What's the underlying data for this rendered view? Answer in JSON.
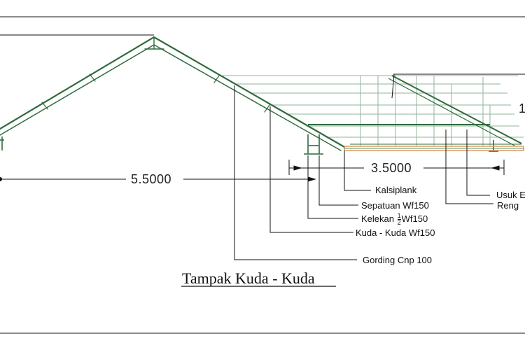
{
  "drawing": {
    "title": "Tampak Kuda - Kuda",
    "dimensions": {
      "left_span": "5.5000",
      "right_span": "3.5000",
      "partial_right": "1"
    },
    "callouts": {
      "kalsiplank": "Kalsiplank",
      "sepatuan": "Sepatuan Wf150",
      "kelekan_prefix": "Kelekan ",
      "kelekan_frac_num": "1",
      "kelekan_frac_den": "2",
      "kelekan_suffix": "Wf150",
      "kuda": "Kuda - Kuda Wf150",
      "gording": "Gording Cnp 100",
      "usuk_partial": "Usuk E",
      "reng_partial": "Reng"
    },
    "colors": {
      "truss": "#2f6b3c",
      "grid": "#8fb59a",
      "fascia": "#d9955a",
      "leader": "#111111",
      "frame": "#444444"
    }
  }
}
